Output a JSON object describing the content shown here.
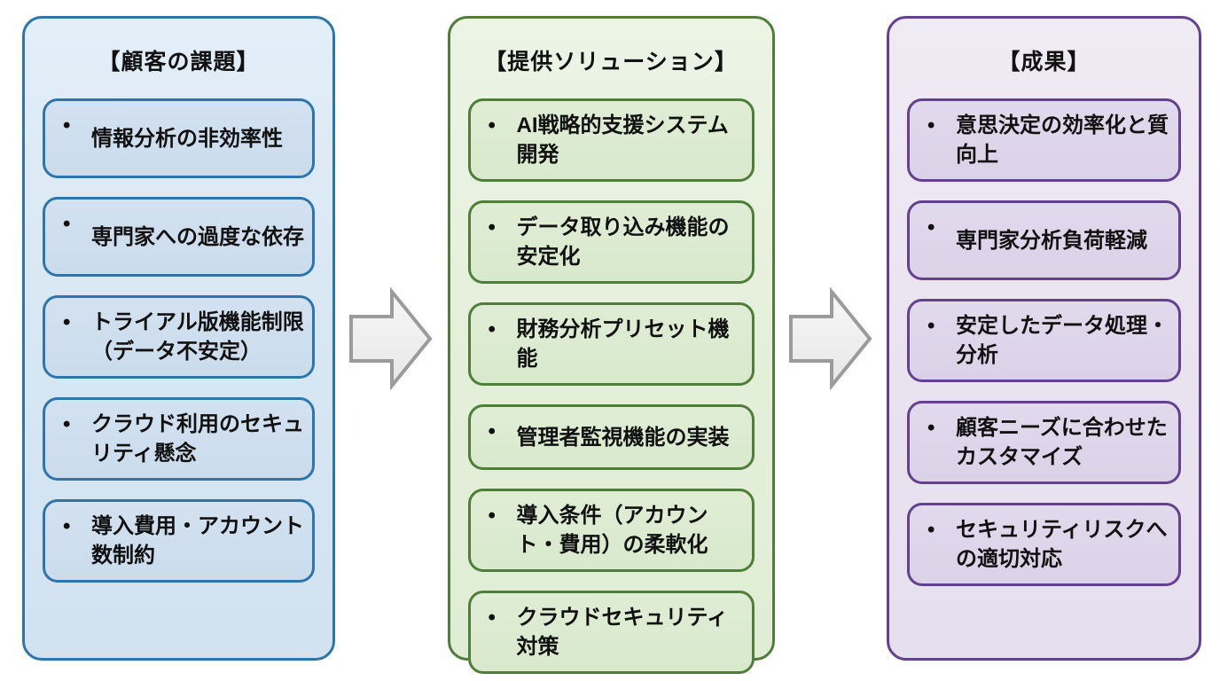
{
  "diagram": {
    "bullet": "•",
    "text_color": "#111111",
    "arrow": {
      "fill_top": "#f6f6f6",
      "fill_bottom": "#e7e7e7",
      "border": "#9b9b9b",
      "direction": "right"
    },
    "columns": [
      {
        "id": "customer-issues",
        "title": "【顧客の課題】",
        "theme": {
          "border": "#2d76ac",
          "panel_bg": "#dce9f5",
          "box_bg": "#cedfee"
        },
        "items": [
          "情報分析の非効率性",
          "専門家への過度な依存",
          "トライアル版機能制限（データ不安定）",
          "クラウド利用のセキュリティ懸念",
          "導入費用・アカウント数制約"
        ]
      },
      {
        "id": "provided-solutions",
        "title": "【提供ソリューション】",
        "theme": {
          "border": "#4f7d3a",
          "panel_bg": "#e8f2e0",
          "box_bg": "#dbebd0"
        },
        "items": [
          "AI戦略的支援システム開発",
          "データ取り込み機能の安定化",
          "財務分析プリセット機能",
          "管理者監視機能の実装",
          "導入条件（アカウント・費用）の柔軟化",
          "クラウドセキュリティ対策"
        ]
      },
      {
        "id": "results",
        "title": "【成果】",
        "theme": {
          "border": "#64418f",
          "panel_bg": "#ece7f2",
          "box_bg": "#ded5ea"
        },
        "items": [
          "意思決定の効率化と質向上",
          "専門家分析負荷軽減",
          "安定したデータ処理・分析",
          "顧客ニーズに合わせたカスタマイズ",
          "セキュリティリスクへの適切対応"
        ]
      }
    ]
  }
}
